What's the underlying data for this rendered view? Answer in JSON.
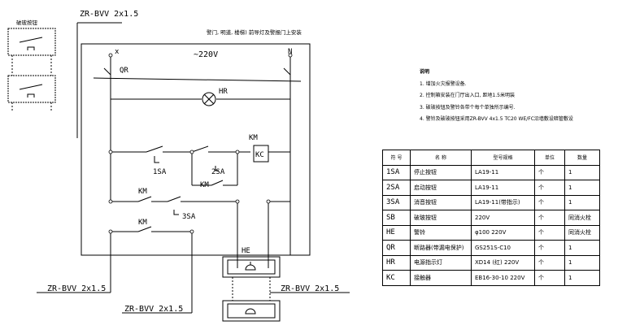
{
  "diagram": {
    "title": "警门, 明道, 楼梯) 前导灯及警报门上安装",
    "voltage": "~220V",
    "terminals": {
      "phase": "x",
      "neutral": "N"
    },
    "cable_top": "ZR-BVV 2x1.5",
    "cable_left": "ZR-BVV 2x1.5",
    "cable_bottom": "ZR-BVV 2x1.5",
    "cable_right": "ZR-BVV 2x1.5",
    "box_label": "破玻按钮",
    "labels": {
      "qr": "QR",
      "hr": "HR",
      "km": "KM",
      "kc": "KC",
      "sa1": "1SA",
      "sa2": "2SA",
      "sa3": "3SA",
      "km2": "KM",
      "km3": "KM",
      "km4": "KM",
      "he": "HE"
    }
  },
  "notes": {
    "title": "说明",
    "items": [
      "1. 增加火灾报警设备.",
      "2. 控制箱安装在门厅出入口, 距地1.5米明装",
      "3. 破玻按钮及警铃各带个每个单独所示编号.",
      "4. 警铃及破玻按钮采用ZR-BVV 4x1.5 TC20 WE/FC沿墙敷设暗管敷设"
    ]
  },
  "legend": {
    "headers": [
      "符 号",
      "名 称",
      "型号规格",
      "单位",
      "数量"
    ],
    "rows": [
      [
        "1SA",
        "停止按钮",
        "LA19-11",
        "个",
        "1"
      ],
      [
        "2SA",
        "启动按钮",
        "LA19-11",
        "个",
        "1"
      ],
      [
        "3SA",
        "消音按钮",
        "LA19-11(带指示)",
        "个",
        "1"
      ],
      [
        "SB",
        "破玻按钮",
        "220V",
        "个",
        "同消火栓"
      ],
      [
        "HE",
        "警铃",
        "φ100 220V",
        "个",
        "同消火栓"
      ],
      [
        "QR",
        "断路器(带漏电保护)",
        "GS251S-C10",
        "个",
        "1"
      ],
      [
        "HR",
        "电源指示灯",
        "XD14 (红) 220V",
        "个",
        "1"
      ],
      [
        "KC",
        "接触器",
        "EB16-30-10 220V",
        "个",
        "1"
      ]
    ]
  }
}
